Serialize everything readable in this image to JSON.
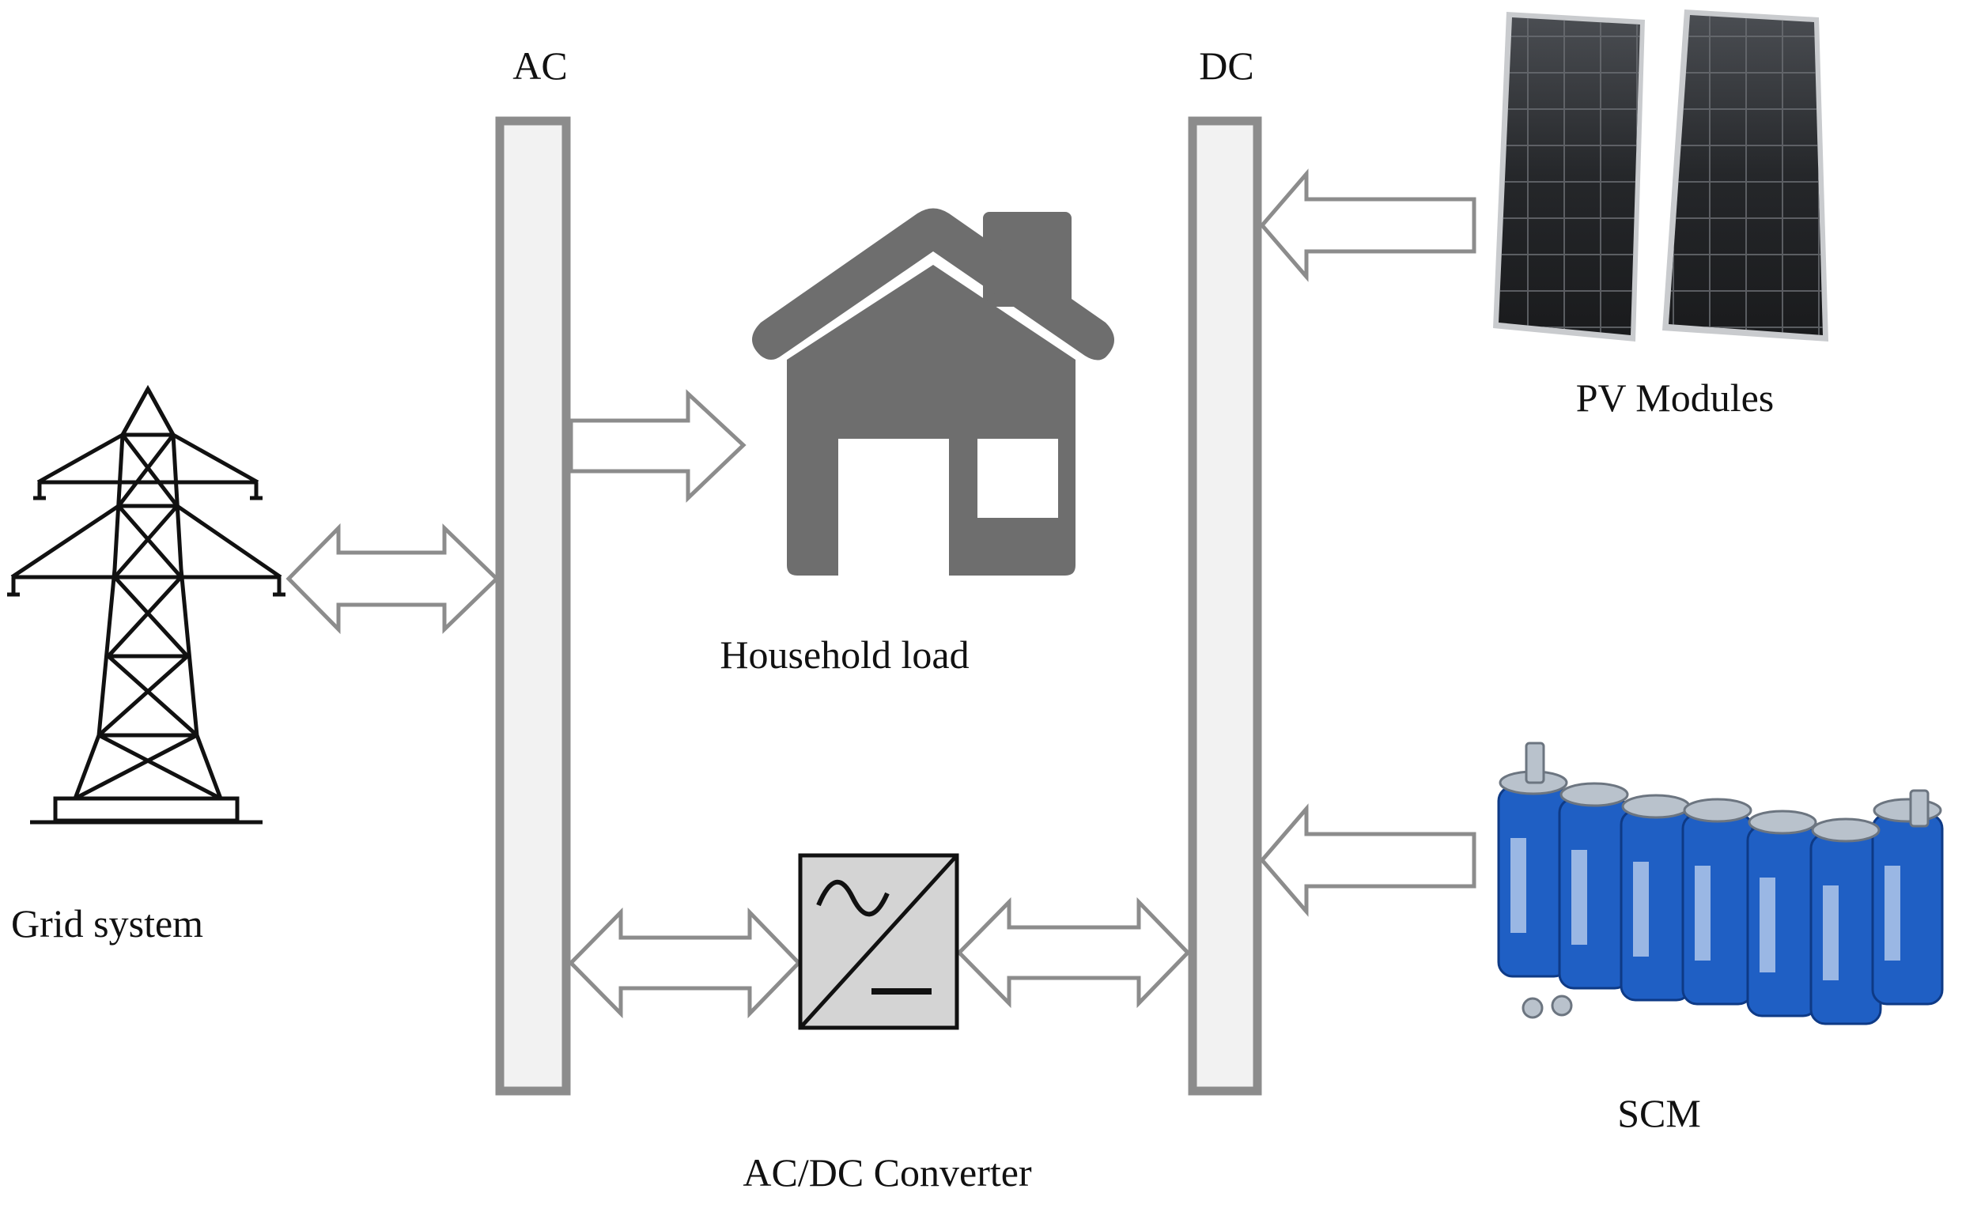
{
  "labels": {
    "ac_bus": "AC",
    "dc_bus": "DC",
    "pv": "PV Modules",
    "load": "Household load",
    "grid": "Grid system",
    "scm": "SCM",
    "converter": "AC/DC Converter"
  },
  "colors": {
    "bus_fill": "#f2f2f2",
    "bus_stroke": "#8c8c8c",
    "arrow_stroke": "#8c8c8c",
    "house": "#6e6e6e",
    "converter_fill": "#d4d4d4",
    "tower": "#111111",
    "capacitor_blue": "#1f5fc4",
    "panel_dark": "#2a2c2f"
  },
  "icons": {
    "grid": "transmission-tower-icon",
    "load": "house-icon",
    "converter": "ac-dc-converter-icon",
    "pv": "solar-panel-icon",
    "scm": "supercapacitor-module-icon"
  }
}
